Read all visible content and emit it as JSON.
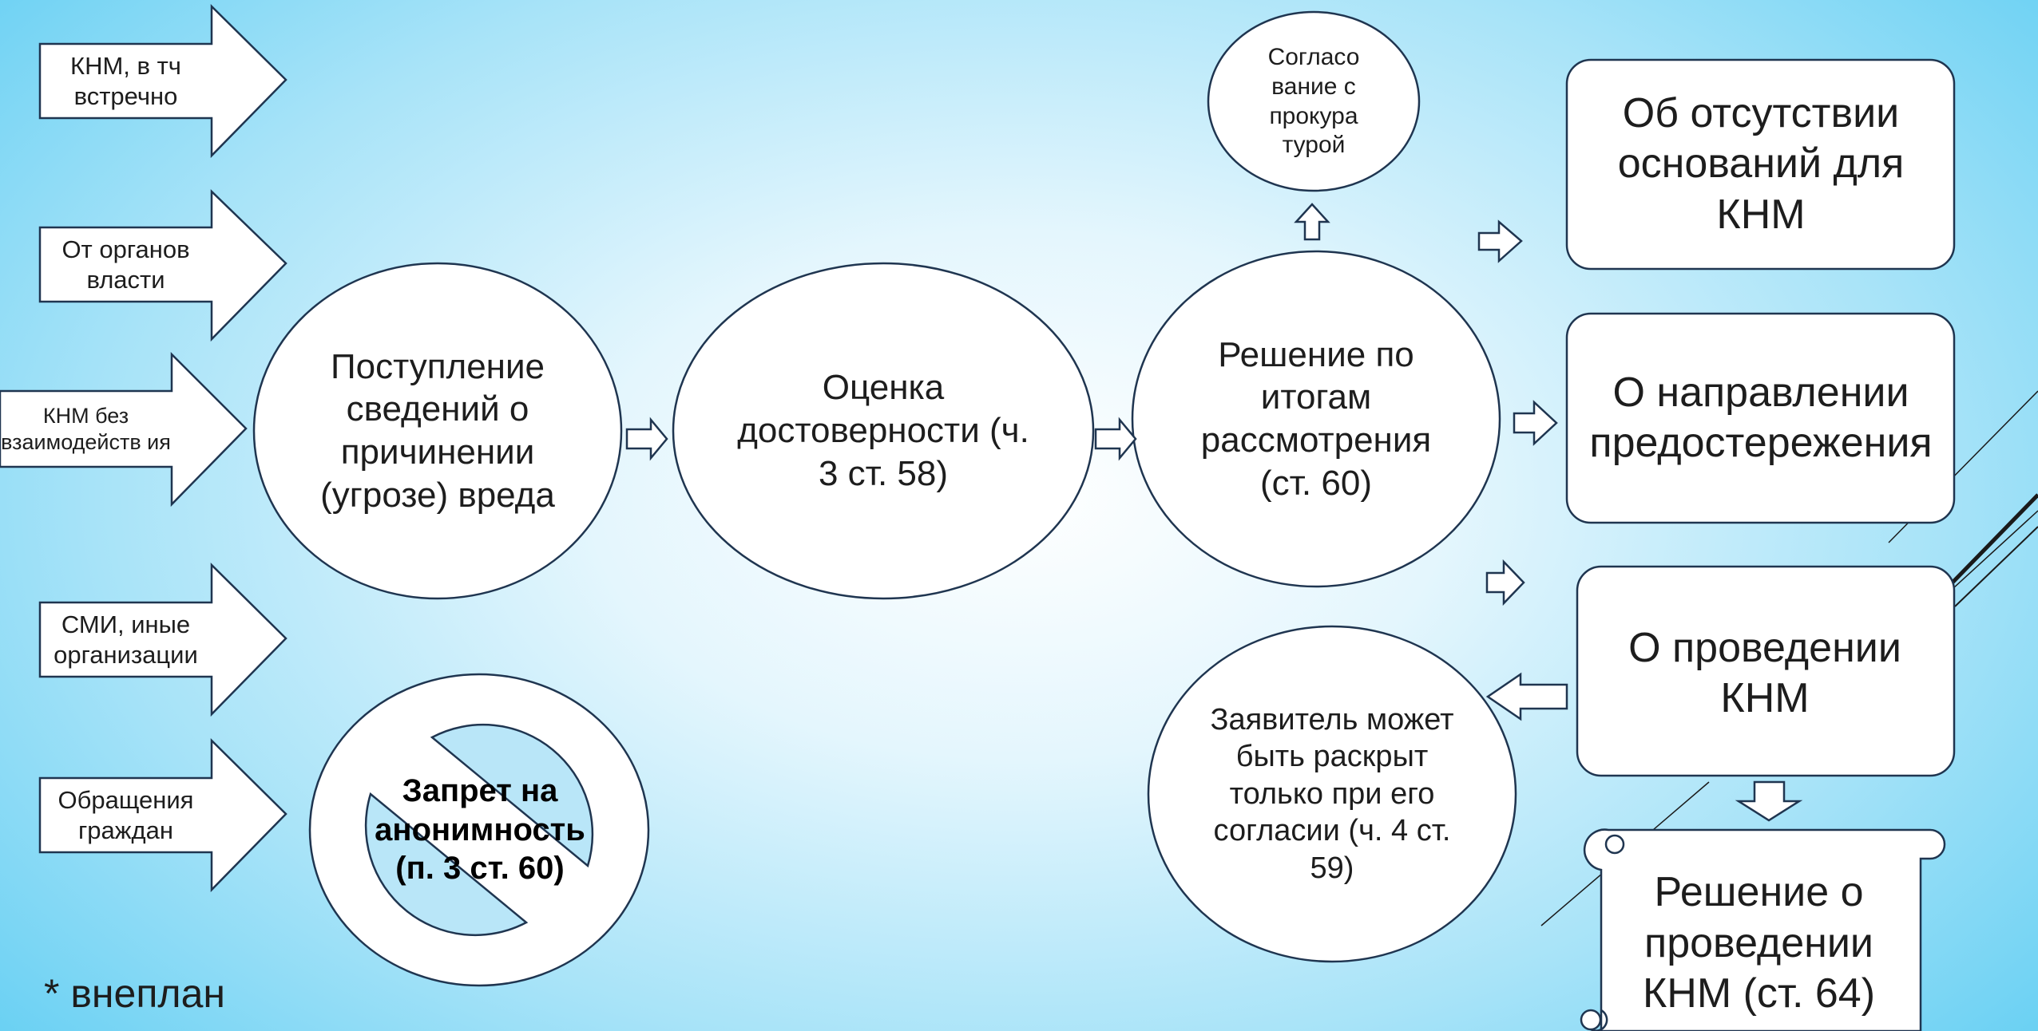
{
  "sources": [
    {
      "label": "КНМ, в тч встречно"
    },
    {
      "label": "От органов власти"
    },
    {
      "label": "КНМ без взаимодейств ия"
    },
    {
      "label": "СМИ, иные организации"
    },
    {
      "label": "Обращения граждан"
    }
  ],
  "nodes": {
    "receipt": "Поступление сведений о причинении (угрозе) вреда",
    "assessment": "Оценка достоверности (ч. 3 ст. 58)",
    "decision": "Решение по итогам рассмотрения (ст. 60)",
    "prosecutor": "Согласо вание с прокура турой",
    "applicant": "Заявитель может быть раскрыт только при его согласии (ч. 4 ст. 59)",
    "anonymity": "Запрет на анонимность (п. 3 ст. 60)"
  },
  "outcomes": {
    "no_grounds": "Об отсутствии оснований для КНМ",
    "warning": "О направлении предостережения",
    "conduct": "О проведении КНМ",
    "scroll": "Решение о проведении КНМ (ст. 64)"
  },
  "footnote": "* внеплан",
  "colors": {
    "stroke": "#1f3550",
    "fill": "#ffffff",
    "no_sign_fill": "#b9e6f8"
  }
}
